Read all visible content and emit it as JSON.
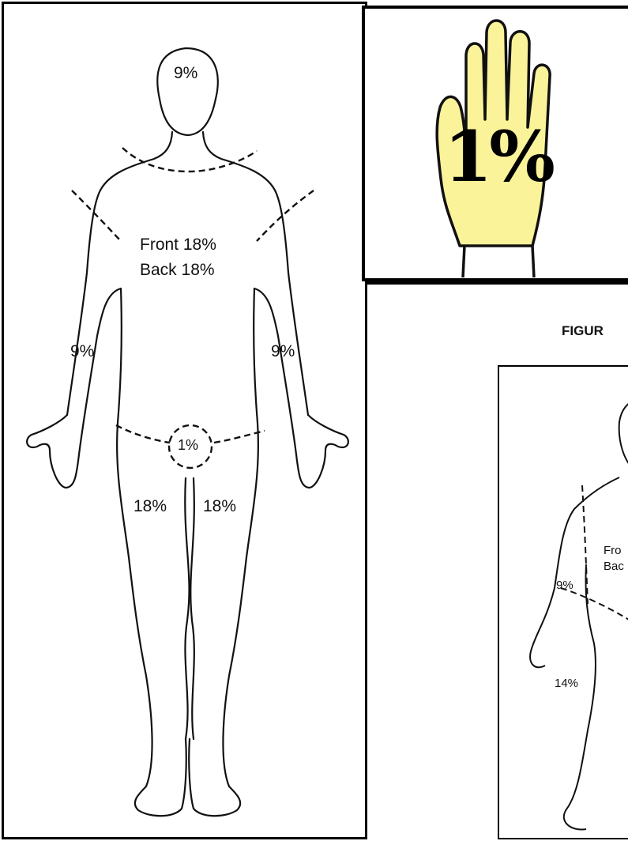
{
  "adult": {
    "head": "9%",
    "trunk_front": "Front 18%",
    "trunk_back": "Back 18%",
    "arm_right": "9%",
    "arm_left": "9%",
    "genitals": "1%",
    "leg_right": "18%",
    "leg_left": "18%"
  },
  "hand": {
    "label": "1%"
  },
  "figure_caption": "FIGUR",
  "child": {
    "trunk_front": "Fro",
    "trunk_back": "Bac",
    "arm": "9%",
    "leg": "14%"
  },
  "colors": {
    "hand_fill": "#faf39a",
    "line": "#111111",
    "border": "#000000"
  }
}
